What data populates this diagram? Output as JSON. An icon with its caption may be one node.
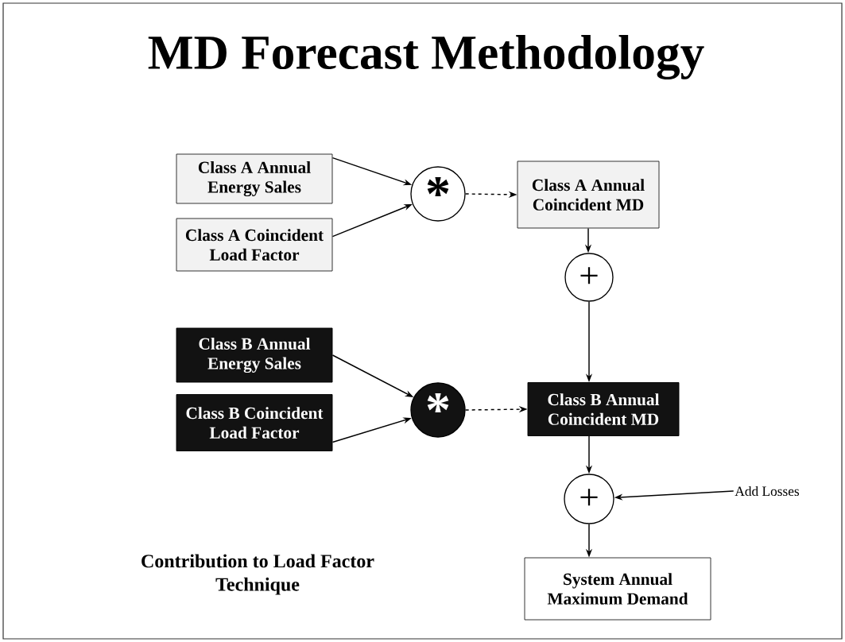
{
  "diagram": {
    "title": "MD Forecast Methodology",
    "nodes": [
      {
        "text": [
          "Class A Annual Energy Sales"
        ]
      },
      {
        "text": [
          "Class A Coincident Load Factor"
        ]
      },
      {
        "text": [
          "*"
        ]
      },
      {
        "text": [
          "Class A Annual Coincident MD"
        ]
      },
      {
        "text": [
          "+"
        ]
      },
      {
        "text": [
          "Class B Annual Energy Sales"
        ]
      },
      {
        "text": [
          "Class B Coincident Load Factor"
        ]
      },
      {
        "text": [
          "*"
        ]
      },
      {
        "text": [
          "Class B Annual Coincident MD"
        ]
      },
      {
        "text": [
          "+"
        ]
      },
      {
        "text": [
          "Add Losses"
        ]
      },
      {
        "text": [
          "System Annual Maximum Demand"
        ]
      }
    ],
    "edges": [
      {
        "from": 0,
        "to": 2,
        "arrow": "to"
      },
      {
        "from": 1,
        "to": 2,
        "arrow": "to"
      },
      {
        "from": 2,
        "to": 3,
        "arrow": "to",
        "style": "dashed"
      },
      {
        "from": 3,
        "to": 4,
        "arrow": "to"
      },
      {
        "from": 4,
        "to": 8,
        "arrow": "to"
      },
      {
        "from": 5,
        "to": 7,
        "arrow": "to"
      },
      {
        "from": 6,
        "to": 7,
        "arrow": "to"
      },
      {
        "from": 7,
        "to": 8,
        "arrow": "to",
        "style": "dashed"
      },
      {
        "from": 8,
        "to": 9,
        "arrow": "to"
      },
      {
        "from": 10,
        "to": 9,
        "arrow": "to"
      },
      {
        "from": 9,
        "to": 11,
        "arrow": "to"
      }
    ],
    "labels": [
      "Contribution to Load Factor Technique"
    ]
  }
}
